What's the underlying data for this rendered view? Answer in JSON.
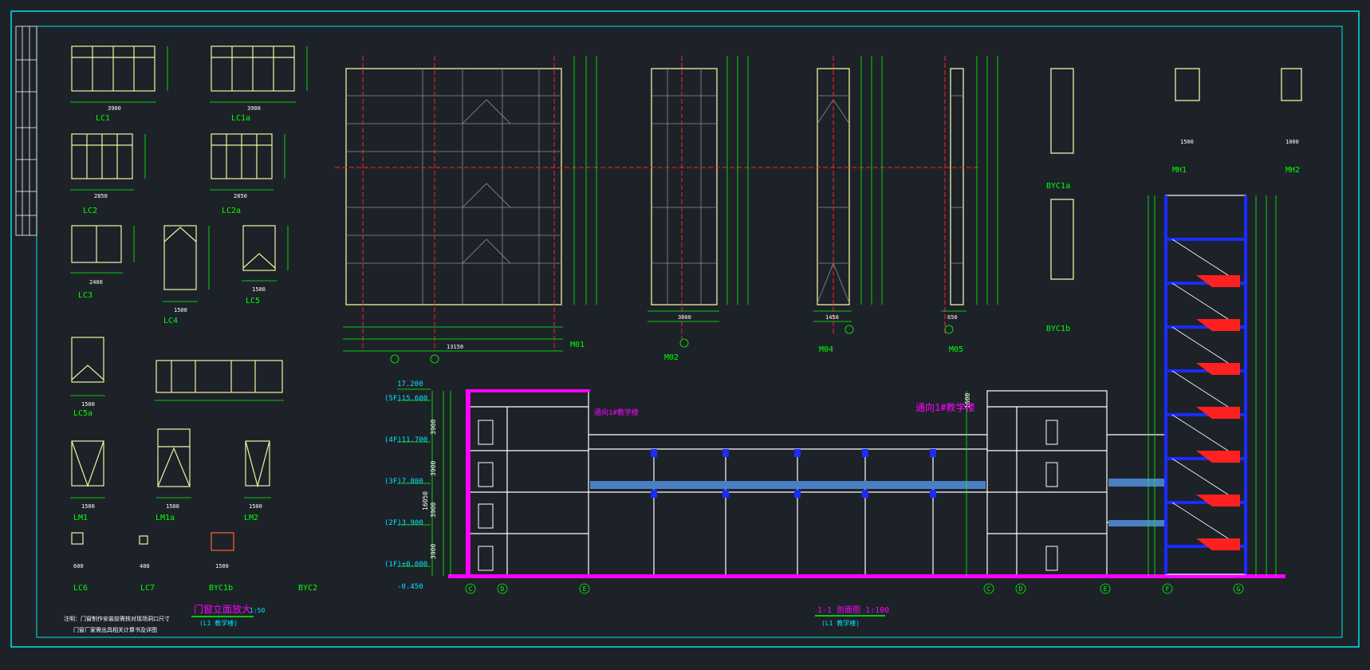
{
  "colors": {
    "background": "#1d2229",
    "frame": "#00e5e5",
    "outline": "#f2f2a0",
    "dim": "#00ff00",
    "text": "#ffffff",
    "title": "#ff00ff",
    "label": "#00e5ff",
    "axis": "#ff2020",
    "structure": "#1a2cff"
  },
  "windows": [
    {
      "code": "LC1",
      "dims": "3900"
    },
    {
      "code": "LC1a",
      "dims": "3900"
    },
    {
      "code": "LC2",
      "dims": "2850"
    },
    {
      "code": "LC2a",
      "dims": "2850"
    },
    {
      "code": "LC3",
      "dims": "2400"
    },
    {
      "code": "LC4",
      "dims": "1500"
    },
    {
      "code": "LC5",
      "dims": "1500"
    },
    {
      "code": "LC5a",
      "dims": "1500"
    },
    {
      "code": "LM1",
      "dims": "1500"
    },
    {
      "code": "LM1a",
      "dims": "1500"
    },
    {
      "code": "LM2",
      "dims": "1500"
    },
    {
      "code": "LC6",
      "dims": "600"
    },
    {
      "code": "LC7",
      "dims": "400"
    },
    {
      "code": "BYC1b",
      "dims": "1500"
    },
    {
      "code": "BYC2",
      "dims": ""
    }
  ],
  "doors": [
    {
      "code": "M01",
      "dims": "13150"
    },
    {
      "code": "M02",
      "dims": "3000"
    },
    {
      "code": "M04",
      "dims": "1450"
    },
    {
      "code": "M05",
      "dims": "650"
    }
  ],
  "louvers": [
    {
      "code": "BYC1a"
    },
    {
      "code": "BYC1b"
    }
  ],
  "hatches": [
    {
      "code": "MH1",
      "dims": "1500"
    },
    {
      "code": "MH2",
      "dims": "1000"
    }
  ],
  "section": {
    "levels": [
      "17.200",
      "(5F)15.600",
      "(4F)11.700",
      "(3F)7.800",
      "(2F)3.900",
      "(1F)±0.000",
      "-0.450"
    ],
    "heights": [
      "3900",
      "3900",
      "3900",
      "3900",
      "1600"
    ],
    "total_height": "16050",
    "axes": [
      "C",
      "D",
      "E",
      "C",
      "D",
      "E",
      "F",
      "G"
    ],
    "annotation_left": "通向1#教学楼",
    "annotation_right": "通向1#教学楼",
    "title": "1-1 剖面图  1:100",
    "subtitle": "(L1 教学楼)"
  },
  "door_window_title": "门窗立面放大",
  "door_window_scale": "1:50",
  "door_window_subtitle": "(L1 教学楼)",
  "note_1": "注明：门窗制作安装前需核对现场洞口尺寸",
  "note_2": "门窗厂家需出具相关计算书及详图"
}
